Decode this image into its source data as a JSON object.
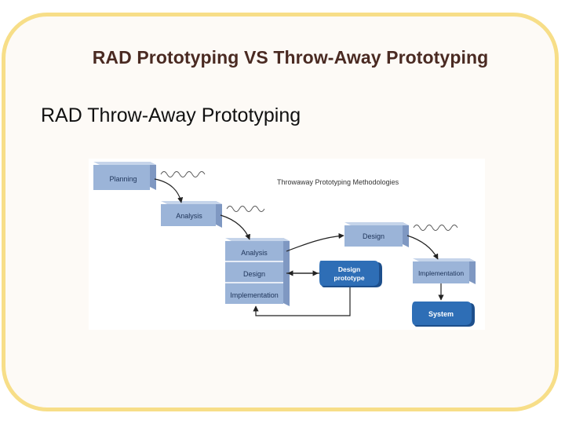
{
  "slide": {
    "title": "RAD Prototyping VS Throw-Away Prototyping",
    "bullet_glyph": "",
    "bullet_text": "RAD Throw-Away Prototyping"
  },
  "diagram": {
    "title": "Throwaway Prototyping Methodologies",
    "boxes": {
      "planning": "Planning",
      "analysis_top": "Analysis",
      "analysis_stack": "Analysis",
      "design_stack": "Design",
      "implementation_stack": "Implementation",
      "design_top_right": "Design",
      "implementation_right": "Implementation",
      "design_prototype_line1": "Design",
      "design_prototype_line2": "prototype",
      "system": "System"
    },
    "colors": {
      "box_fill": "#9bb4d8",
      "box_edge": "#7f98c2",
      "dark_box": "#2e6eb6",
      "frame_border": "#f7de88",
      "title_color": "#4a2a22"
    }
  }
}
